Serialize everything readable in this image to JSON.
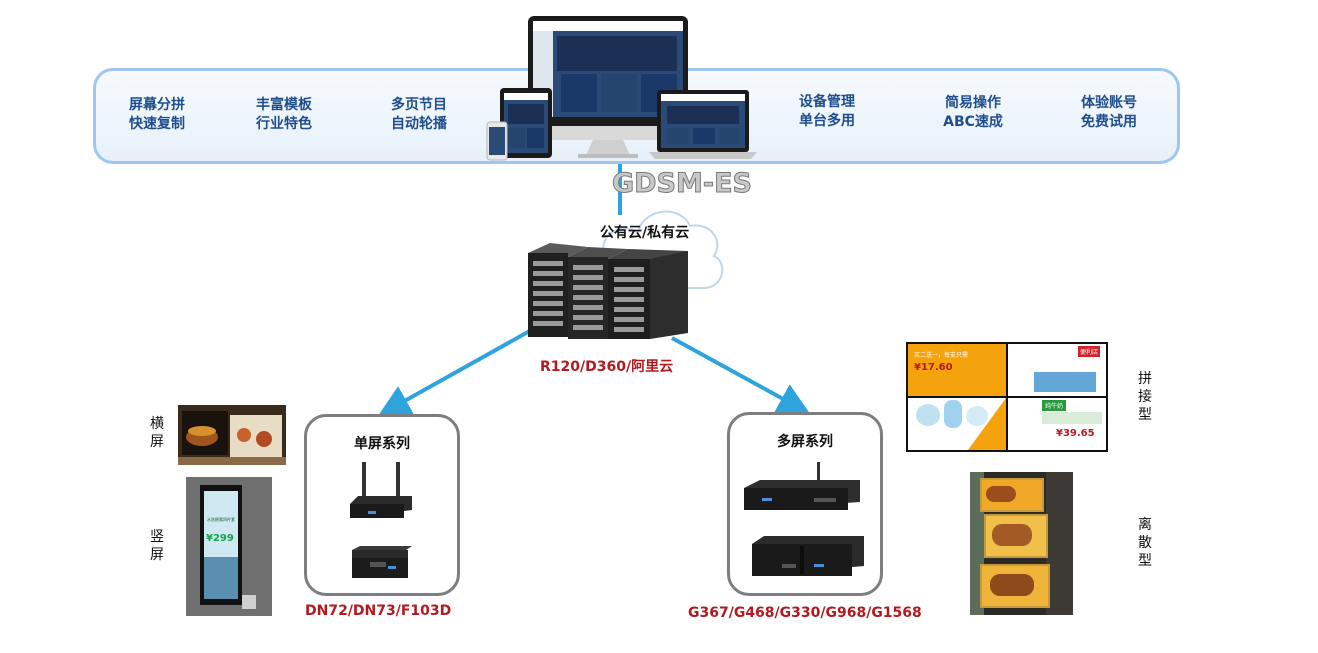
{
  "banner": {
    "features_left": [
      {
        "line1": "屏幕分拼",
        "line2": "快速复制"
      },
      {
        "line1": "丰富模板",
        "line2": "行业特色"
      },
      {
        "line1": "多页节目",
        "line2": "自动轮播"
      }
    ],
    "features_right": [
      {
        "line1": "设备管理",
        "line2": "单台多用"
      },
      {
        "line1": "简易操作",
        "line2": "ABC速成"
      },
      {
        "line1": "体验账号",
        "line2": "免费试用"
      }
    ]
  },
  "product_title": "GDSM-ES",
  "cloud_label": "公有云/私有云",
  "server_models": "R120/D360/阿里云",
  "single_series": {
    "title": "单屏系列",
    "models": "DN72/DN73/F103D"
  },
  "multi_series": {
    "title": "多屏系列",
    "models": "G367/G468/G330/G968/G1568"
  },
  "left_labels": {
    "landscape": [
      "横",
      "屏"
    ],
    "portrait": [
      "竖",
      "屏"
    ]
  },
  "right_labels": {
    "splice": [
      "拼",
      "接",
      "型"
    ],
    "discrete": [
      "离",
      "散",
      "型"
    ]
  },
  "photo_text": {
    "portrait_price": "¥299",
    "portrait_caption": "水洗棉素四件套",
    "splice_promo": "买二送一，每支只需",
    "splice_price1": "¥17.60",
    "splice_price2": "¥39.65",
    "splice_store": "便利店",
    "splice_brand": "纯牛奶"
  },
  "colors": {
    "accent_blue": "#2ea3dc",
    "banner_text": "#1f4e8c",
    "model_red": "#b3191f",
    "box_border": "#7e7e7e"
  }
}
